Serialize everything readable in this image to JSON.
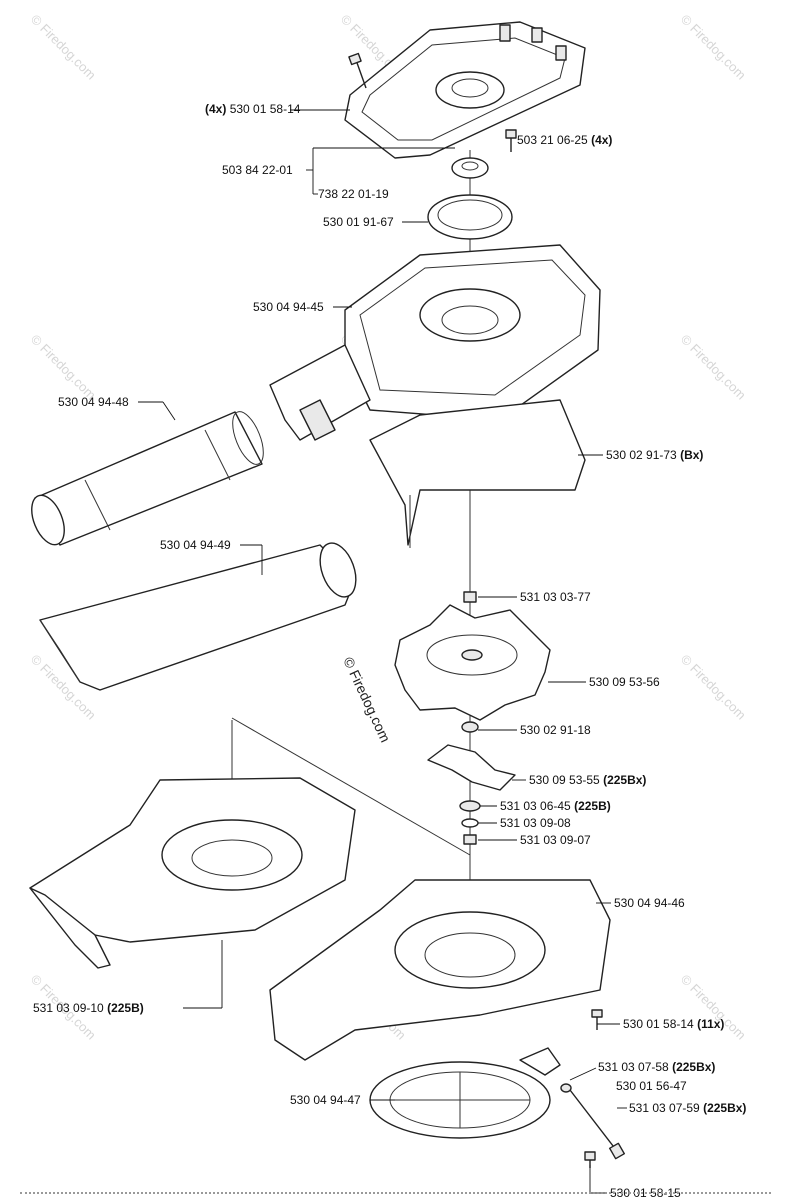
{
  "watermarks": {
    "main": "© Firedog.com",
    "tiles": "© Firedog.com"
  },
  "labels": [
    {
      "id": "l1",
      "prefix": "(4x)",
      "code": "530 01 58-14",
      "suffix": ""
    },
    {
      "id": "l2",
      "prefix": "",
      "code": "503 21 06-25",
      "suffix": "(4x)"
    },
    {
      "id": "l3",
      "prefix": "",
      "code": "503 84 22-01",
      "suffix": ""
    },
    {
      "id": "l4",
      "prefix": "",
      "code": "738 22 01-19",
      "suffix": ""
    },
    {
      "id": "l5",
      "prefix": "",
      "code": "530 01 91-67",
      "suffix": ""
    },
    {
      "id": "l6",
      "prefix": "",
      "code": "530 04 94-45",
      "suffix": ""
    },
    {
      "id": "l7",
      "prefix": "",
      "code": "530 04 94-48",
      "suffix": ""
    },
    {
      "id": "l8",
      "prefix": "",
      "code": "530 02 91-73",
      "suffix": "(Bx)"
    },
    {
      "id": "l9",
      "prefix": "",
      "code": "530 04 94-49",
      "suffix": ""
    },
    {
      "id": "l10",
      "prefix": "",
      "code": "531 03 03-77",
      "suffix": ""
    },
    {
      "id": "l11",
      "prefix": "",
      "code": "530 09 53-56",
      "suffix": ""
    },
    {
      "id": "l12",
      "prefix": "",
      "code": "530 02 91-18",
      "suffix": ""
    },
    {
      "id": "l13",
      "prefix": "",
      "code": "530 09 53-55",
      "suffix": "(225Bx)"
    },
    {
      "id": "l14",
      "prefix": "",
      "code": "531 03 06-45",
      "suffix": "(225B)"
    },
    {
      "id": "l15",
      "prefix": "",
      "code": "531 03 09-08",
      "suffix": ""
    },
    {
      "id": "l16",
      "prefix": "",
      "code": "531 03 09-07",
      "suffix": ""
    },
    {
      "id": "l17",
      "prefix": "",
      "code": "530 04 94-46",
      "suffix": ""
    },
    {
      "id": "l18",
      "prefix": "",
      "code": "531 03 09-10",
      "suffix": "(225B)"
    },
    {
      "id": "l19",
      "prefix": "",
      "code": "530 01 58-14",
      "suffix": "(11x)"
    },
    {
      "id": "l20",
      "prefix": "",
      "code": "531 03 07-58",
      "suffix": "(225Bx)"
    },
    {
      "id": "l21",
      "prefix": "",
      "code": "530 01 56-47",
      "suffix": ""
    },
    {
      "id": "l22",
      "prefix": "",
      "code": "530 04 94-47",
      "suffix": ""
    },
    {
      "id": "l23",
      "prefix": "",
      "code": "531 03 07-59",
      "suffix": "(225Bx)"
    },
    {
      "id": "l24",
      "prefix": "",
      "code": "530 01 58-15",
      "suffix": ""
    }
  ]
}
